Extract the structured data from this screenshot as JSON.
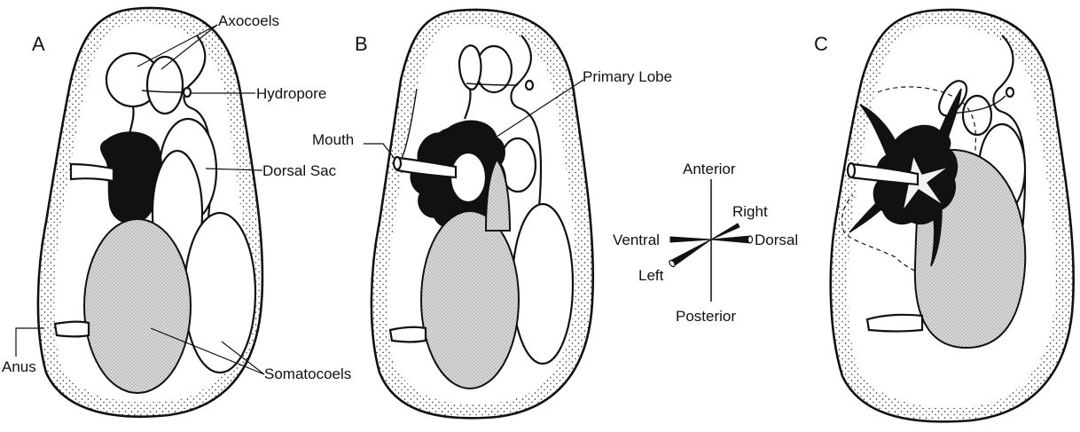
{
  "panels": {
    "a": {
      "letter": "A"
    },
    "b": {
      "letter": "B"
    },
    "c": {
      "letter": "C"
    }
  },
  "labels": {
    "axocoels": "Axocoels",
    "hydropore": "Hydropore",
    "dorsal_sac": "Dorsal Sac",
    "anus": "Anus",
    "somatocoels": "Somatocoels",
    "mouth": "Mouth",
    "primary_lobe": "Primary Lobe"
  },
  "axes": {
    "anterior": "Anterior",
    "posterior": "Posterior",
    "right": "Right",
    "left": "Left",
    "ventral": "Ventral",
    "dorsal": "Dorsal"
  }
}
